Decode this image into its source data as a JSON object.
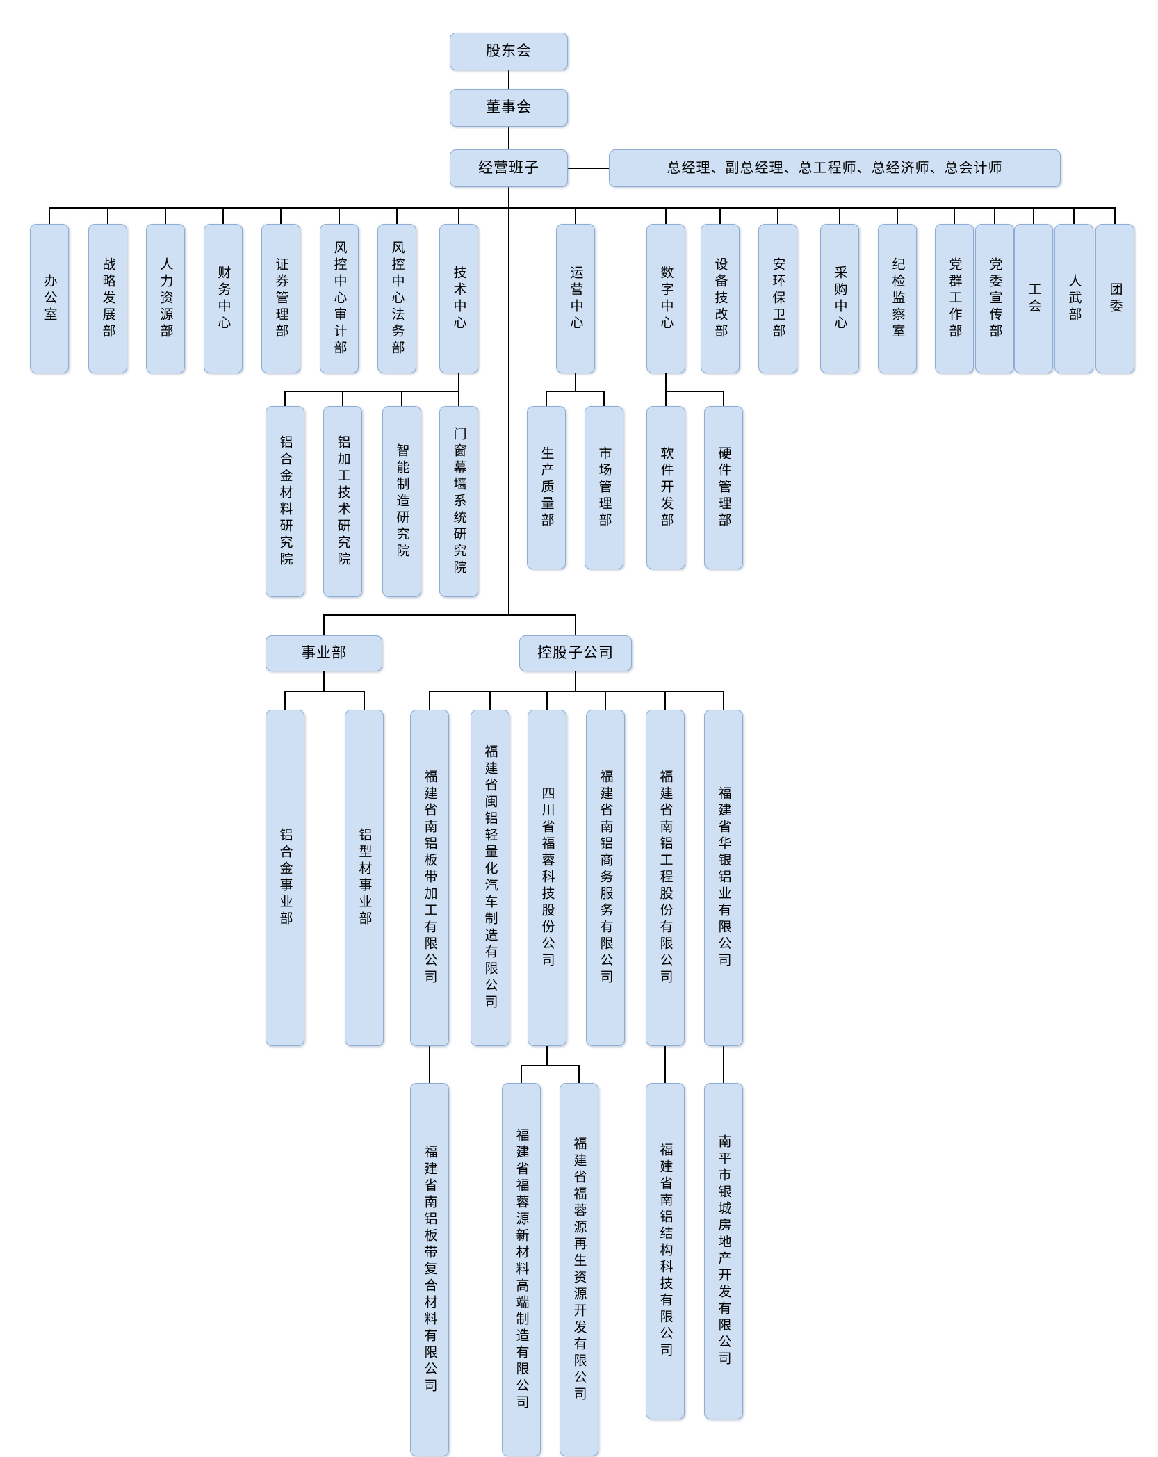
{
  "org": {
    "shareholders": "股东会",
    "board": "董事会",
    "management": "经营班子",
    "executives": "总经理、副总经理、总工程师、总经济师、总会计师",
    "departments": [
      "办公室",
      "战略发展部",
      "人力资源部",
      "财务中心",
      "证券管理部",
      "风控中心审计部",
      "风控中心法务部",
      "技术中心",
      "运营中心",
      "数字中心",
      "设备技改部",
      "安环保卫部",
      "采购中心",
      "纪检监察室",
      "党群工作部",
      "党委宣传部",
      "工会",
      "人武部",
      "团委"
    ],
    "tech_children": [
      "铝合金材料研究院",
      "铝加工技术研究院",
      "智能制造研究院",
      "门窗幕墙系统研究院"
    ],
    "ops_children": [
      "生产质量部",
      "市场管理部"
    ],
    "digital_children": [
      "软件开发部",
      "硬件管理部"
    ],
    "division": "事业部",
    "holding": "控股子公司",
    "division_children": [
      "铝合金事业部",
      "铝型材事业部"
    ],
    "subsidiaries": [
      "福建省南铝板带加工有限公司",
      "福建省闽铝轻量化汽车制造有限公司",
      "四川省福蓉科技股份公司",
      "福建省南铝商务服务有限公司",
      "福建省南铝工程股份有限公司",
      "福建省华银铝业有限公司"
    ],
    "grandchildren": [
      "福建省南铝板带复合材料有限公司",
      "福建省福蓉源新材料高端制造有限公司",
      "福建省福蓉源再生资源开发有限公司",
      "福建省南铝结构科技有限公司",
      "南平市银城房地产开发有限公司"
    ],
    "colors": {
      "box_bg": "#cfe0f4",
      "box_border": "#8fadd3",
      "line": "#000000",
      "text": "#000000"
    }
  }
}
